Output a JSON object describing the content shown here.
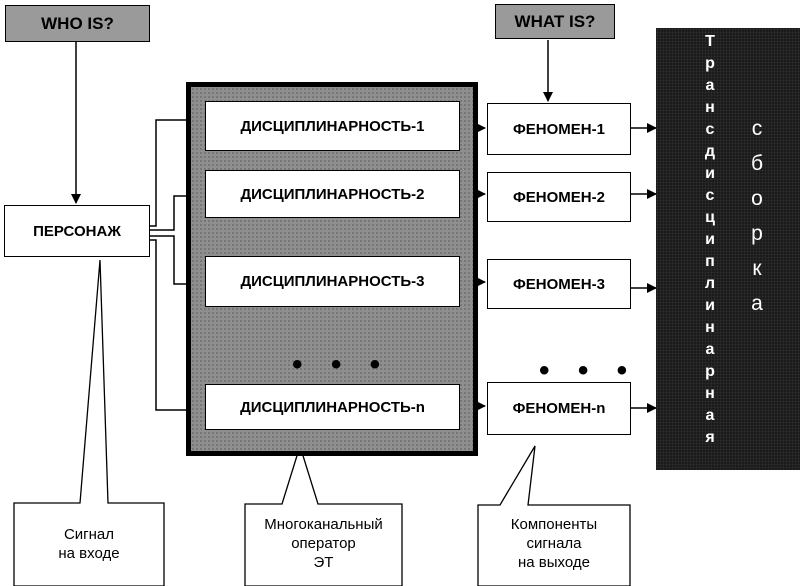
{
  "headers": {
    "who": "WHO IS?",
    "what": "WHAT IS?"
  },
  "person": "ПЕРСОНАЖ",
  "disciplines": [
    "ДИСЦИПЛИНАРНОСТЬ-1",
    "ДИСЦИПЛИНАРНОСТЬ-2",
    "ДИСЦИПЛИНАРНОСТЬ-3",
    "ДИСЦИПЛИНАРНОСТЬ-n"
  ],
  "phenomena": [
    "ФЕНОМЕН-1",
    "ФЕНОМЕН-2",
    "ФЕНОМЕН-3",
    "ФЕНОМЕН-n"
  ],
  "ellipsis": "• • •",
  "vertical_left": [
    "Т",
    "р",
    "а",
    "н",
    "с",
    "д",
    "и",
    "с",
    "ц",
    "и",
    "п",
    "л",
    "и",
    "н",
    "а",
    "р",
    "н",
    "а",
    "я"
  ],
  "vertical_right": [
    "с",
    "б",
    "о",
    "р",
    "к",
    "а"
  ],
  "notes": {
    "input": [
      "Сигнал",
      "на входе"
    ],
    "operator": [
      "Многоканальный",
      "оператор",
      "ЭТ"
    ],
    "output": [
      "Компоненты",
      "сигнала",
      "на выходе"
    ]
  }
}
